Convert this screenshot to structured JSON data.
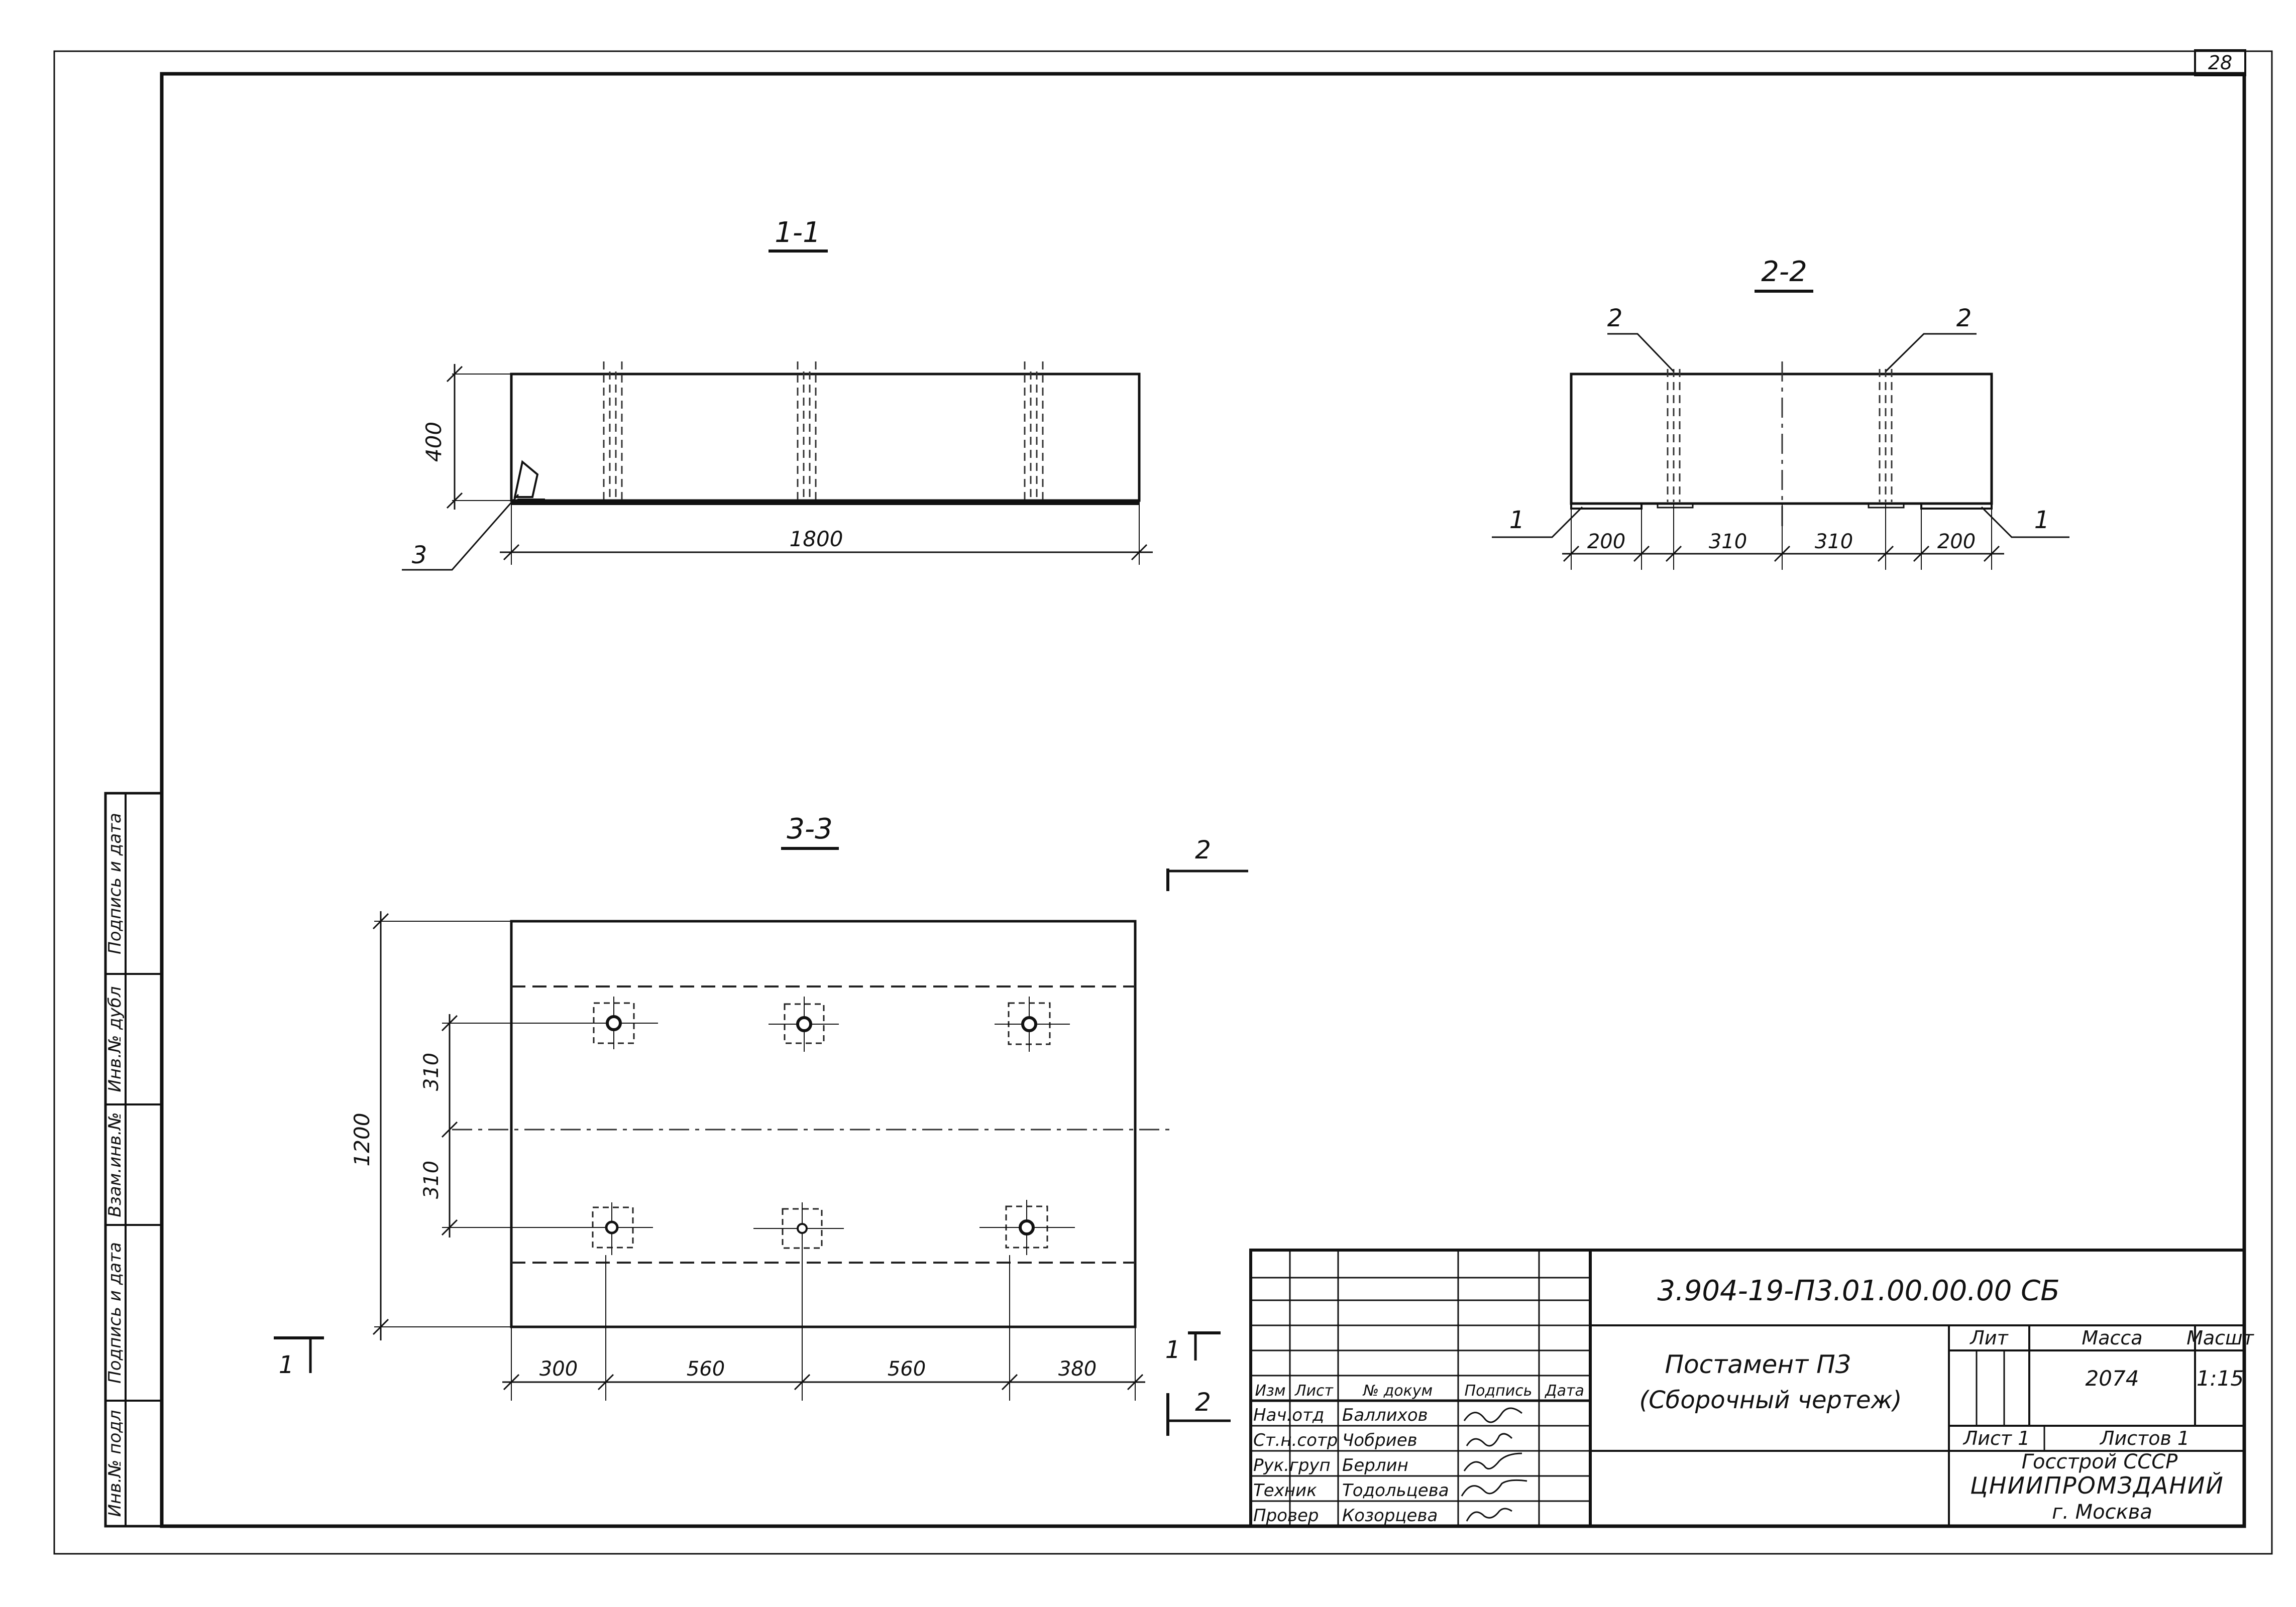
{
  "sheet_number": "28",
  "sections": {
    "s11": {
      "title": "1-1",
      "dim_height": "400",
      "dim_length": "1800",
      "callout": "3"
    },
    "s22": {
      "title": "2-2",
      "callout_left_top": "2",
      "callout_right_top": "2",
      "callout_left_bottom": "1",
      "callout_right_bottom": "1",
      "dims": [
        "200",
        "310",
        "310",
        "200"
      ]
    },
    "s33": {
      "title": "3-3",
      "dim_width": "1200",
      "dim_310_top": "310",
      "dim_310_bottom": "310",
      "dims_bottom": [
        "300",
        "560",
        "560",
        "380"
      ]
    }
  },
  "cut_markers": {
    "left_1": "1",
    "right_1": "1",
    "top_2": "2",
    "bottom_2": "2"
  },
  "side_stamp": [
    "Подпись и дата",
    "Инв.№ дубл",
    "Взам.инв.№",
    "Подпись и дата",
    "Инв.№ подл"
  ],
  "title_block": {
    "doc_code": "3.904-19-П3.01.00.00.00 СБ",
    "title_line1": "Постамент П3",
    "title_line2": "(Сборочный чертеж)",
    "col_headers": {
      "lit": "Лит",
      "mass": "Масса",
      "scale": "Масшт"
    },
    "mass_value": "2074",
    "scale_value": "1:15",
    "sheet_label": "Лист 1",
    "sheets_label": "Листов 1",
    "org_line1": "Госстрой СССР",
    "org_line2": "ЦНИИПРОМЗДАНИЙ",
    "org_line3": "г. Москва",
    "rev_headers": [
      "Изм",
      "Лист",
      "№ докум",
      "Подпись",
      "Дата"
    ],
    "staff": [
      {
        "role": "Нач.отд",
        "name": "Баллихов",
        "sign": "signature"
      },
      {
        "role": "Ст.н.сотр",
        "name": "Чобриев",
        "sign": "signature"
      },
      {
        "role": "Рук.груп",
        "name": "Берлин",
        "sign": "signature"
      },
      {
        "role": "Техник",
        "name": "Тодольцева",
        "sign": "signature"
      },
      {
        "role": "Провер",
        "name": "Козорцева",
        "sign": "signature"
      }
    ]
  }
}
